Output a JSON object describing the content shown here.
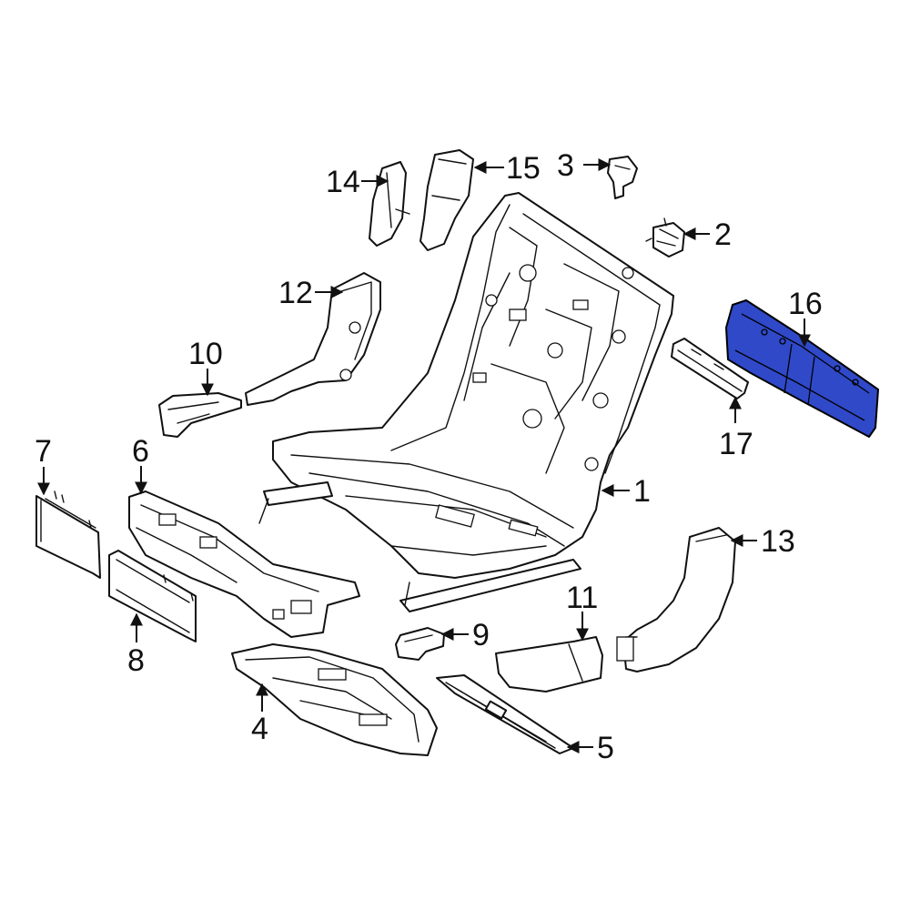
{
  "diagram": {
    "highlight_color": "#2f49c9",
    "line_color": "#111111",
    "background_color": "#ffffff",
    "callouts": [
      {
        "id": "1",
        "label": "1"
      },
      {
        "id": "2",
        "label": "2"
      },
      {
        "id": "3",
        "label": "3"
      },
      {
        "id": "4",
        "label": "4"
      },
      {
        "id": "5",
        "label": "5"
      },
      {
        "id": "6",
        "label": "6"
      },
      {
        "id": "7",
        "label": "7"
      },
      {
        "id": "8",
        "label": "8"
      },
      {
        "id": "9",
        "label": "9"
      },
      {
        "id": "10",
        "label": "10"
      },
      {
        "id": "11",
        "label": "11"
      },
      {
        "id": "12",
        "label": "12"
      },
      {
        "id": "13",
        "label": "13"
      },
      {
        "id": "14",
        "label": "14"
      },
      {
        "id": "15",
        "label": "15"
      },
      {
        "id": "16",
        "label": "16",
        "highlighted": true
      },
      {
        "id": "17",
        "label": "17"
      }
    ]
  }
}
